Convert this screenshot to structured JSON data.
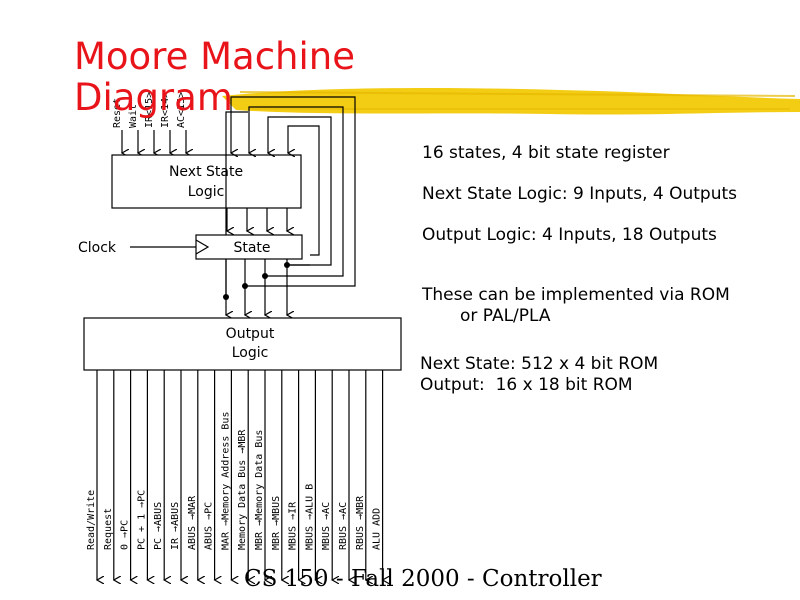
{
  "title": "Moore Machine Diagram",
  "notes": {
    "line1": "16 states, 4 bit state register",
    "line2": "Next State Logic: 9 Inputs, 4 Outputs",
    "line3": "Output Logic: 4 Inputs, 18 Outputs",
    "line4a": "These can be implemented via ROM",
    "line4b": "or PAL/PLA",
    "rom1": "Next State: 512 x 4 bit ROM",
    "rom2": "Output:  16 x 18 bit ROM"
  },
  "diagram": {
    "next_state_line1": "Next State",
    "next_state_line2": "Logic",
    "state_label": "State",
    "clock_label": "Clock",
    "output_line1": "Output",
    "output_line2": "Logic",
    "inputs": [
      "Reset",
      "Wait",
      "IR<15>",
      "IR<14>",
      "AC<15>"
    ],
    "outputs": [
      "Read/Write",
      "Request",
      "0 →PC",
      "PC + 1 →PC",
      "PC →ABUS",
      "IR →ABUS",
      "ABUS →MAR",
      "ABUS →PC",
      "MAR →Memory Address Bus",
      "Memory Data Bus →MBR",
      "MBR →Memory Data Bus",
      "MBR →MBUS",
      "MBUS →IR",
      "MBUS →ALU B",
      "MBUS →AC",
      "RBUS →AC",
      "RBUS →MBR",
      "ALU ADD"
    ]
  },
  "footer": "CS 150 - Fall 2000 - Controller",
  "colors": {
    "title": "#e8141a",
    "highlighter": "#f2c800"
  }
}
